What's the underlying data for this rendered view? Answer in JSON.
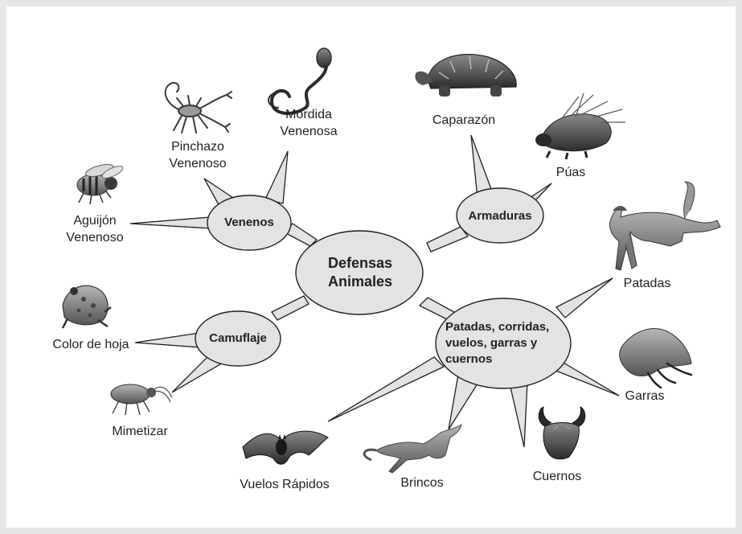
{
  "diagram": {
    "center": "Defensas\nAnimales",
    "branches": {
      "venenos": "Venenos",
      "armaduras": "Armaduras",
      "camuflaje": "Camuflaje",
      "patadas": "Patadas, corridas,\nvuelos, garras y\ncuernos"
    },
    "leaves": {
      "mordida": "Mordida\nVenenosa",
      "pinchazo": "Pinchazo\nVenenoso",
      "aguijon": "Aguijón\nVenenoso",
      "caparazon": "Caparazón",
      "puas": "Púas",
      "patadas": "Patadas",
      "color_hoja": "Color de hoja",
      "mimetizar": "Mimetizar",
      "vuelos": "Vuelos Rápidos",
      "brincos": "Brincos",
      "cuernos": "Cuernos",
      "garras": "Garras"
    },
    "illustrations": {
      "cobra": "cobra-illustration",
      "scorpion": "scorpion-illustration",
      "bee": "bee-illustration",
      "turtle": "turtle-illustration",
      "porcupine": "porcupine-illustration",
      "horse": "horse-illustration",
      "frog": "frog-illustration",
      "insect": "aphid-illustration",
      "bat": "bat-illustration",
      "kangaroo": "kangaroo-illustration",
      "bull": "bull-illustration",
      "claw": "claw-illustration"
    },
    "colors": {
      "fill": "#e2e3e4",
      "stroke": "#231f20",
      "background": "#e6e7e8"
    }
  }
}
